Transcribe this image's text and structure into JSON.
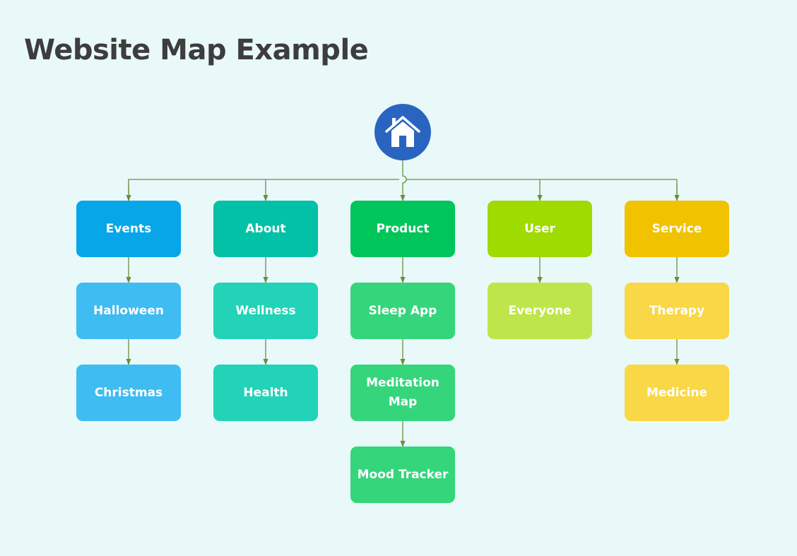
{
  "title": "Website Map Example",
  "root": {
    "icon": "home-icon",
    "color": "#2965c0"
  },
  "connector_color": "#6b8e3a",
  "branches": [
    {
      "label": "Events",
      "color": "#06a6e8",
      "child_color": "#3fbcf2",
      "children": [
        "Halloween",
        "Christmas"
      ]
    },
    {
      "label": "About",
      "color": "#03c1a6",
      "child_color": "#22d3b8",
      "children": [
        "Wellness",
        "Health"
      ]
    },
    {
      "label": "Product",
      "color": "#00c55a",
      "child_color": "#35d57c",
      "children": [
        "Sleep App",
        "Meditation Map",
        "Mood Tracker"
      ]
    },
    {
      "label": "User",
      "color": "#9fda00",
      "child_color": "#bee64a",
      "children": [
        "Everyone"
      ]
    },
    {
      "label": "Service",
      "color": "#f1c200",
      "child_color": "#f9d746",
      "children": [
        "Therapy",
        "Medicine"
      ]
    }
  ]
}
